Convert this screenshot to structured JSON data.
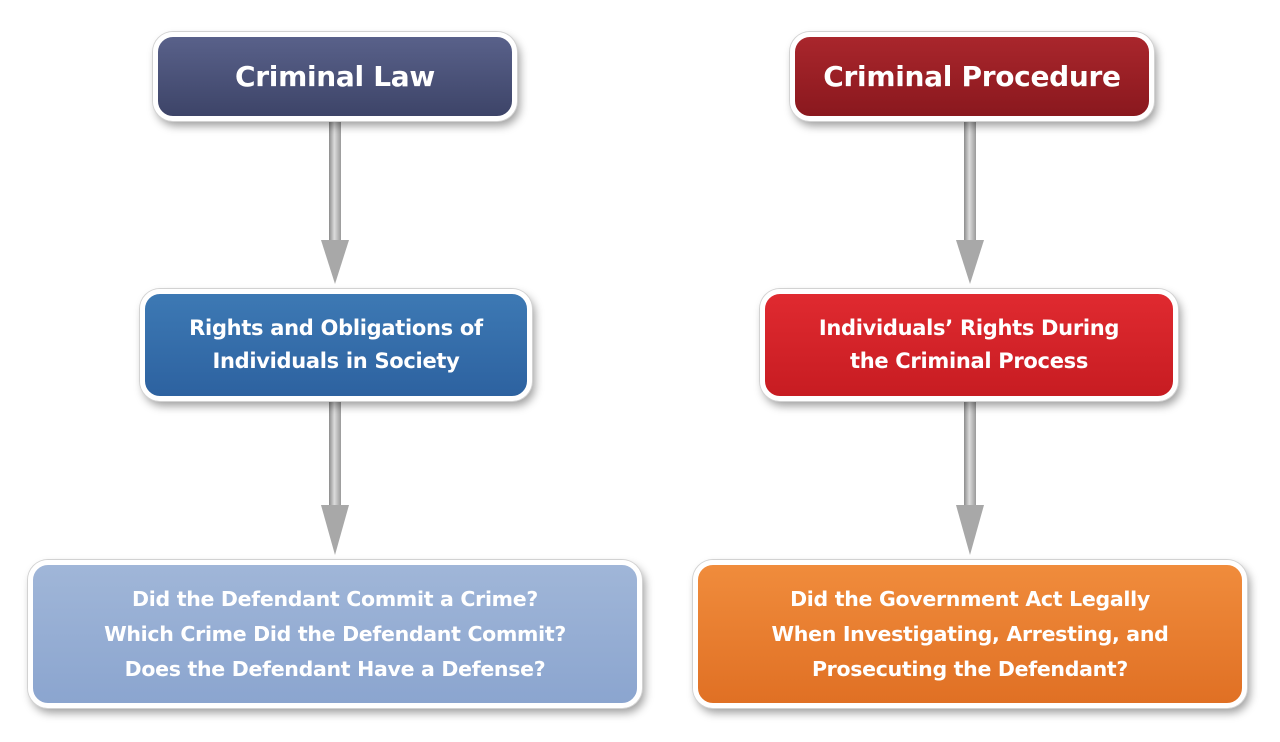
{
  "columns": [
    {
      "title": "Criminal Law",
      "middle": "Rights and Obligations of\nIndividuals in Society",
      "bottom": "Did the Defendant Commit a Crime?\nWhich Crime Did the Defendant Commit?\nDoes the Defendant Have a Defense?"
    },
    {
      "title": "Criminal Procedure",
      "middle": "Individuals’ Rights During\nthe Criminal Process",
      "bottom": "Did the Government Act Legally\nWhen Investigating, Arresting, and\nProsecuting the Defendant?"
    }
  ],
  "colors": {
    "criminal_law_header": "#4b5179",
    "criminal_procedure_header": "#9c1f25",
    "rights_obligations_box": "#3570ab",
    "individuals_rights_box": "#d52329",
    "law_questions_box": "#95aed4",
    "procedure_questions_box": "#e8802f",
    "arrow": "#b4b4b4"
  }
}
